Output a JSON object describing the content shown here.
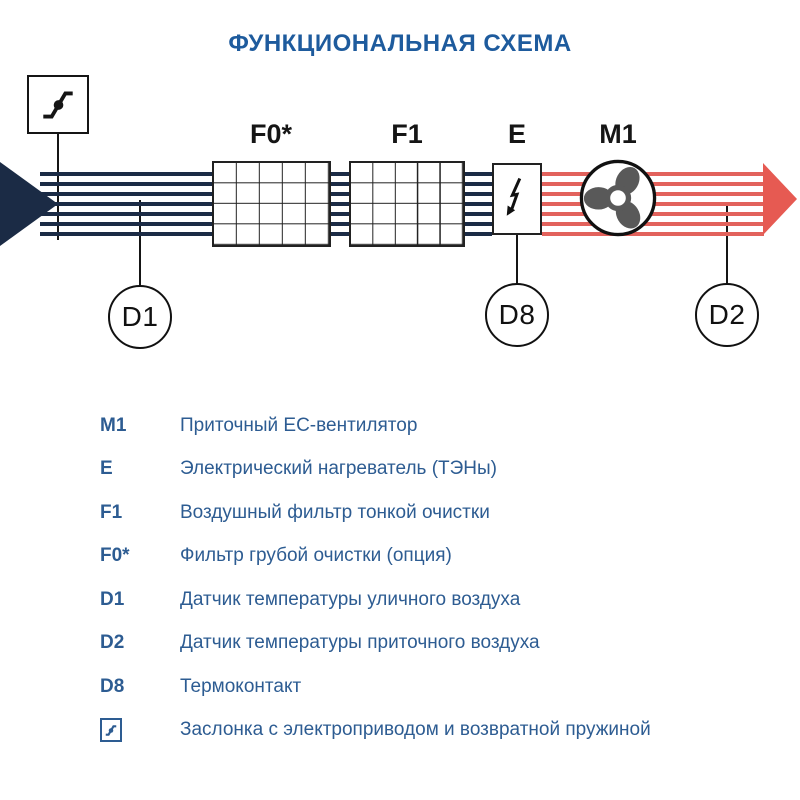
{
  "title": "ФУНКЦИОНАЛЬНАЯ СХЕМА",
  "colors": {
    "title_blue": "#1e5b9d",
    "legend_blue": "#2d5c92",
    "intake_navy": "#1b2b45",
    "supply_red_stripe": "#e2625c",
    "supply_red_arrow": "#e65a52",
    "fan_gray": "#595959",
    "outline_black": "#151515"
  },
  "diagram": {
    "components": {
      "f0_label": "F0*",
      "f1_label": "F1",
      "heater_label": "E",
      "fan_label": "M1"
    },
    "sensors": {
      "d1": "D1",
      "d8": "D8",
      "d2": "D2"
    }
  },
  "legend": {
    "rows": [
      {
        "label": "M1",
        "text": "Приточный ЕС-вентилятор"
      },
      {
        "label": "E",
        "text": "Электрический нагреватель (ТЭНы)"
      },
      {
        "label": "F1",
        "text": "Воздушный фильтр тонкой очистки"
      },
      {
        "label": "F0*",
        "text": "Фильтр грубой очистки (опция)"
      },
      {
        "label": "D1",
        "text": "Датчик температуры уличного воздуха"
      },
      {
        "label": "D2",
        "text": "Датчик температуры приточного воздуха"
      },
      {
        "label": "D8",
        "text": "Термоконтакт"
      },
      {
        "label": "",
        "text": "Заслонка с электроприводом и возвратной пружиной"
      }
    ]
  }
}
